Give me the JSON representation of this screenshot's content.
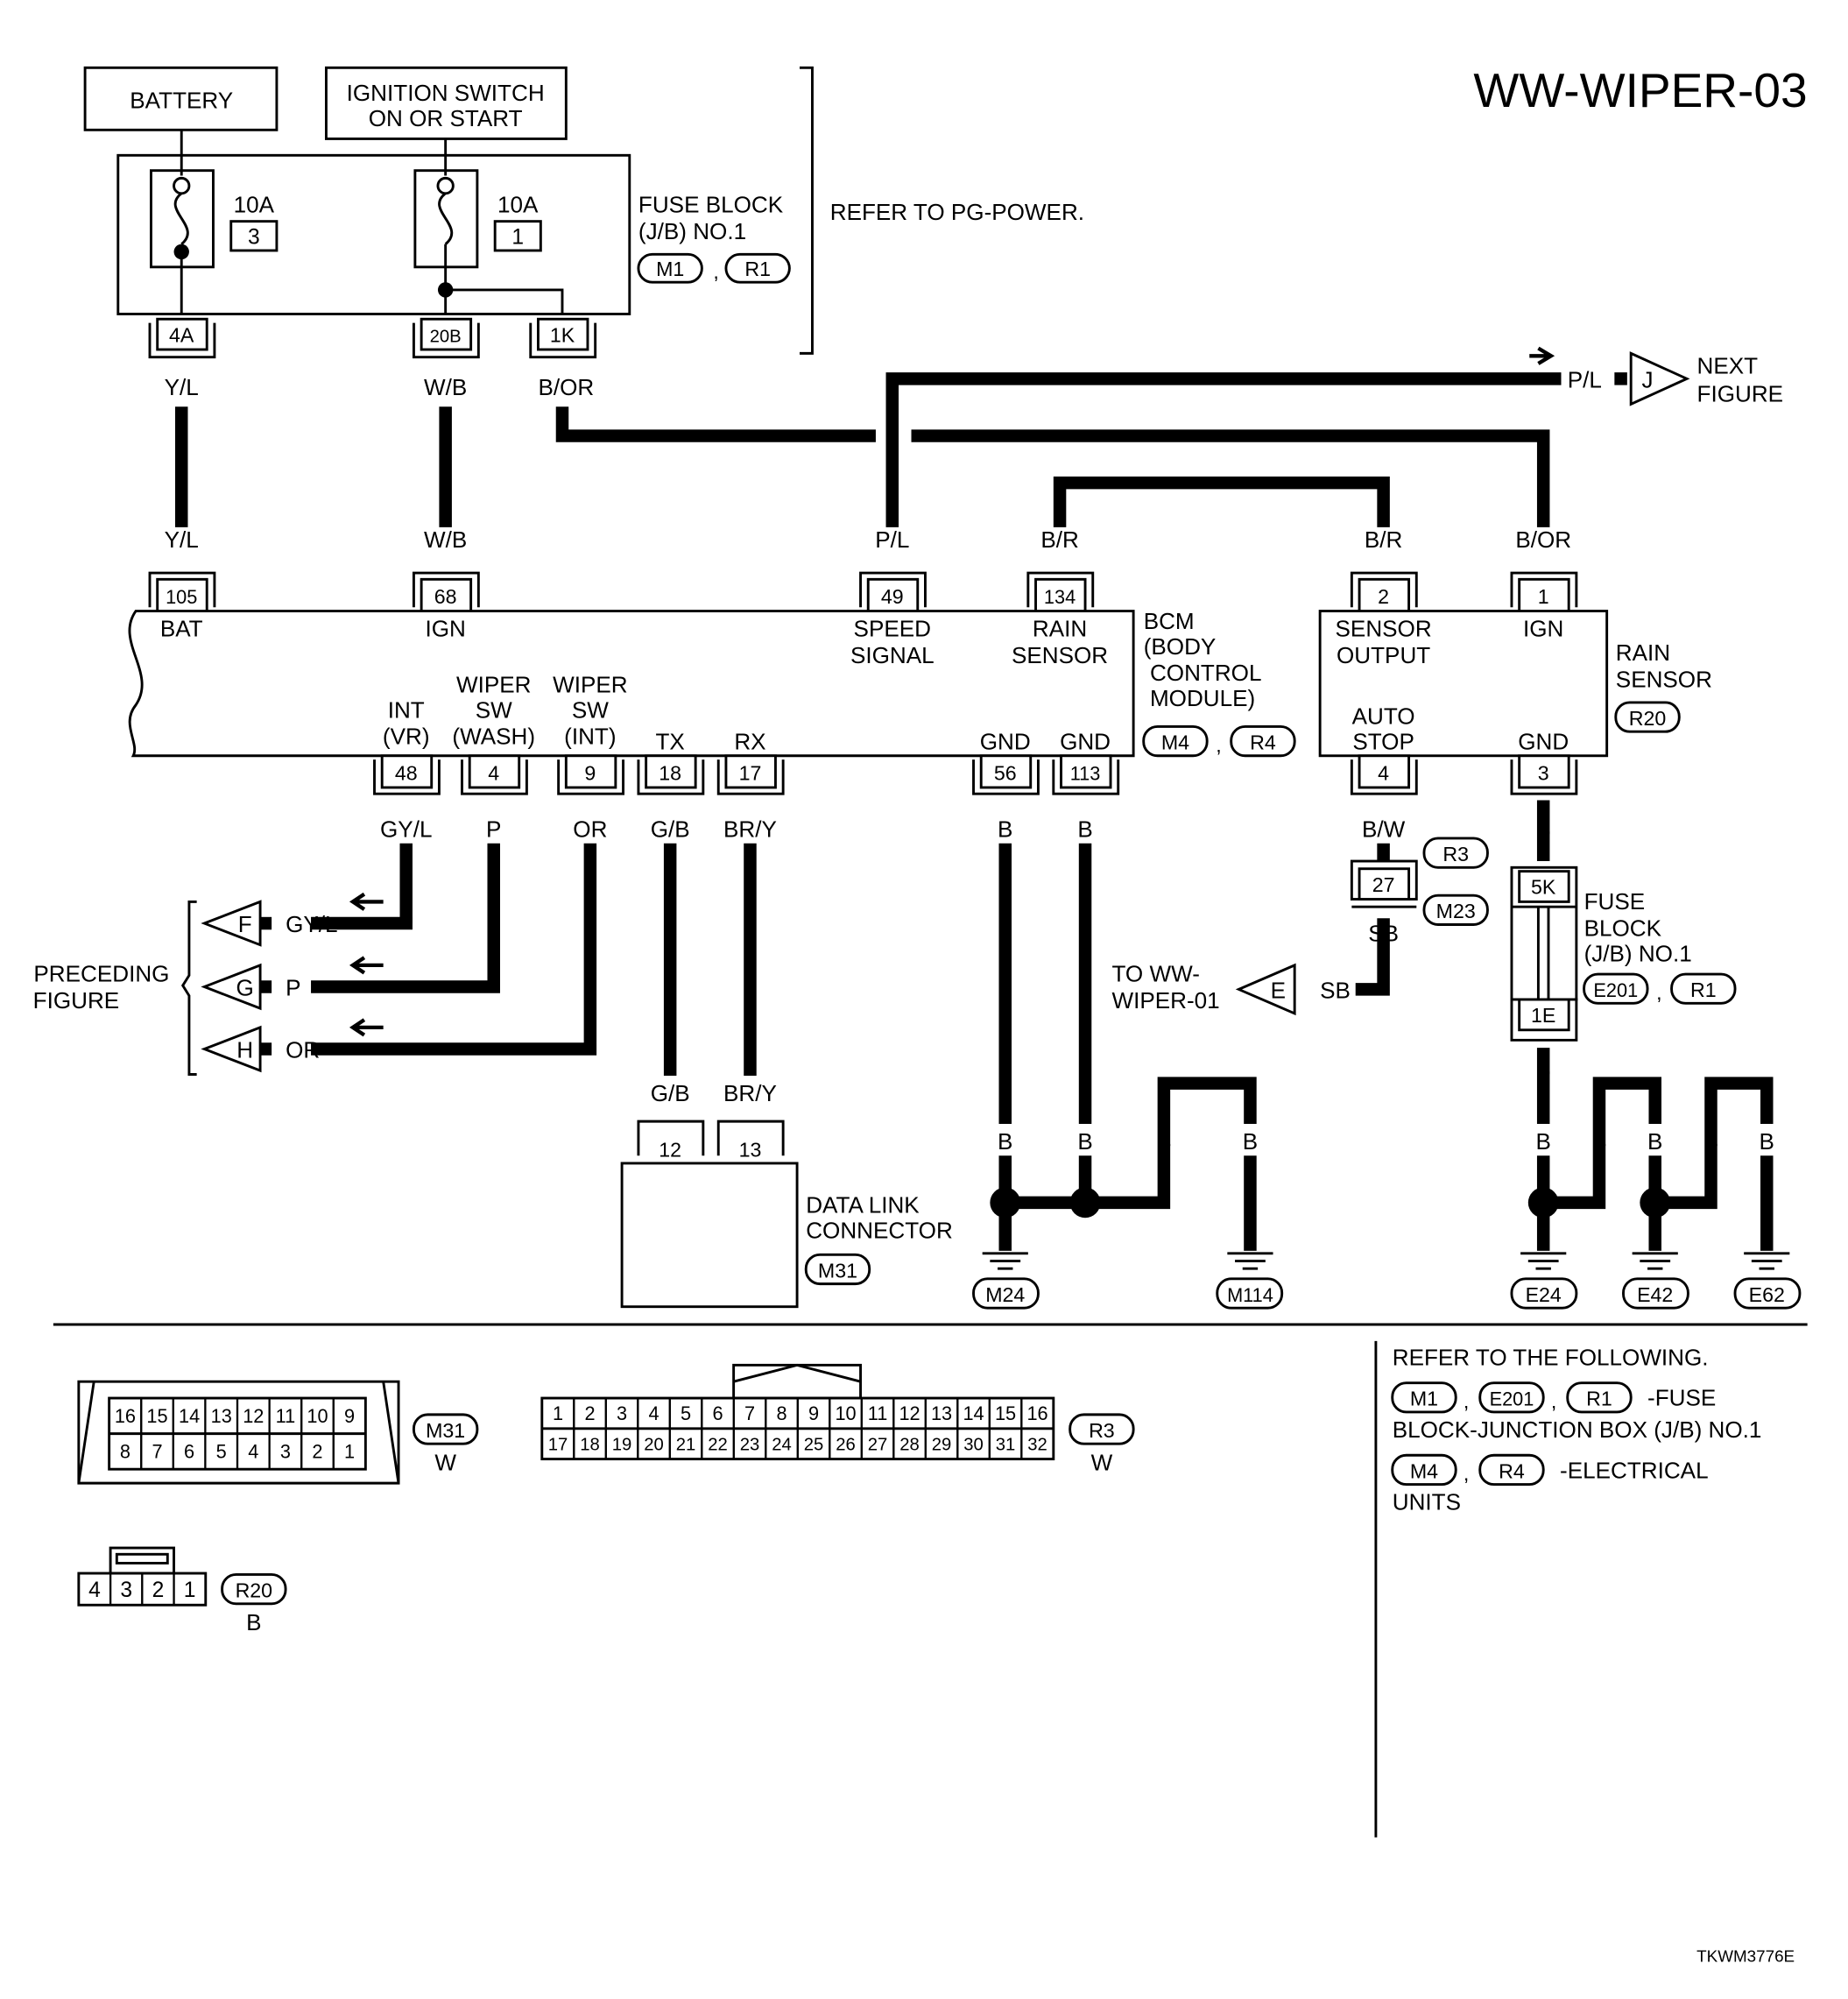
{
  "title": "WW-WIPER-03",
  "footer_code": "TKWM3776E",
  "power": {
    "battery": "BATTERY",
    "ignition_line1": "IGNITION SWITCH",
    "ignition_line2": "ON OR START",
    "fuse1_amp": "10A",
    "fuse1_num": "3",
    "fuse2_amp": "10A",
    "fuse2_num": "1",
    "fuseblock_line1": "FUSE BLOCK",
    "fuseblock_line2": "(J/B) NO.1",
    "fuseblock_conn1": "M1",
    "fuseblock_conn2": "R1",
    "refer": "REFER TO PG-POWER.",
    "term_4a": "4A",
    "term_20b": "20B",
    "term_1k": "1K"
  },
  "wires": {
    "yl": "Y/L",
    "wb": "W/B",
    "bor": "B/OR",
    "pl": "P/L",
    "br": "B/R",
    "gyl": "GY/L",
    "p": "P",
    "or": "OR",
    "gb": "G/B",
    "bry": "BR/Y",
    "b": "B",
    "bw": "B/W",
    "sb": "SB"
  },
  "next_figure": {
    "connector": "J",
    "line1": "NEXT",
    "line2": "FIGURE"
  },
  "bcm": {
    "title_line1": "BCM",
    "title_line2": "(BODY",
    "title_line3": "CONTROL",
    "title_line4": "MODULE)",
    "conn1": "M4",
    "conn2": "R4",
    "pin_105": "105",
    "pin_68": "68",
    "pin_49": "49",
    "pin_134": "134",
    "label_bat": "BAT",
    "label_ign": "IGN",
    "label_speed1": "SPEED",
    "label_speed2": "SIGNAL",
    "label_rain1": "RAIN",
    "label_rain2": "SENSOR",
    "pin_48": "48",
    "pin_4": "4",
    "pin_9": "9",
    "pin_18": "18",
    "pin_17": "17",
    "pin_56": "56",
    "pin_113": "113",
    "label_int1": "INT",
    "label_int2": "(VR)",
    "label_wash1": "WIPER",
    "label_wash2": "SW",
    "label_wash3": "(WASH)",
    "label_wint1": "WIPER",
    "label_wint2": "SW",
    "label_wint3": "(INT)",
    "label_tx": "TX",
    "label_rx": "RX",
    "label_gnd": "GND"
  },
  "rain_sensor": {
    "title_line1": "RAIN",
    "title_line2": "SENSOR",
    "conn": "R20",
    "pin_2": "2",
    "pin_1": "1",
    "pin_4": "4",
    "pin_3": "3",
    "label_sensor1": "SENSOR",
    "label_sensor2": "OUTPUT",
    "label_ign": "IGN",
    "label_auto1": "AUTO",
    "label_auto2": "STOP",
    "label_gnd": "GND"
  },
  "junction": {
    "pin_27": "27",
    "conn_r3": "R3",
    "conn_m23": "M23",
    "to_line1": "TO WW-",
    "to_line2": "WIPER-01",
    "conn_e": "E"
  },
  "fuse_block2": {
    "term_5k": "5K",
    "term_1e": "1E",
    "line1": "FUSE",
    "line2": "BLOCK",
    "line3": "(J/B) NO.1",
    "conn1": "E201",
    "conn2": "R1"
  },
  "preceding": {
    "line1": "PRECEDING",
    "line2": "FIGURE",
    "conn_f": "F",
    "conn_g": "G",
    "conn_h": "H"
  },
  "dlc": {
    "pin_12": "12",
    "pin_13": "13",
    "line1": "DATA LINK",
    "line2": "CONNECTOR",
    "conn": "M31"
  },
  "grounds": {
    "m24": "M24",
    "m114": "M114",
    "e24": "E24",
    "e42": "E42",
    "e62": "E62"
  },
  "connector_views": {
    "m31_conn": "M31",
    "m31_color": "W",
    "m31_row1": [
      "16",
      "15",
      "14",
      "13",
      "12",
      "11",
      "10",
      "9"
    ],
    "m31_row2": [
      "8",
      "7",
      "6",
      "5",
      "4",
      "3",
      "2",
      "1"
    ],
    "r3_conn": "R3",
    "r3_color": "W",
    "r3_row1": [
      "1",
      "2",
      "3",
      "4",
      "5",
      "6",
      "7",
      "8",
      "9",
      "10",
      "11",
      "12",
      "13",
      "14",
      "15",
      "16"
    ],
    "r3_row2": [
      "17",
      "18",
      "19",
      "20",
      "21",
      "22",
      "23",
      "24",
      "25",
      "26",
      "27",
      "28",
      "29",
      "30",
      "31",
      "32"
    ],
    "r20_conn": "R20",
    "r20_color": "B",
    "r20_pins": [
      "4",
      "3",
      "2",
      "1"
    ]
  },
  "refer_box": {
    "line1": "REFER TO THE FOLLOWING.",
    "conn_m1": "M1",
    "conn_e201": "E201",
    "conn_r1": "R1",
    "fuse_text1": "-FUSE",
    "fuse_text2": "BLOCK-JUNCTION BOX (J/B) NO.1",
    "conn_m4": "M4",
    "conn_r4": "R4",
    "units_text1": "-ELECTRICAL",
    "units_text2": "UNITS"
  }
}
